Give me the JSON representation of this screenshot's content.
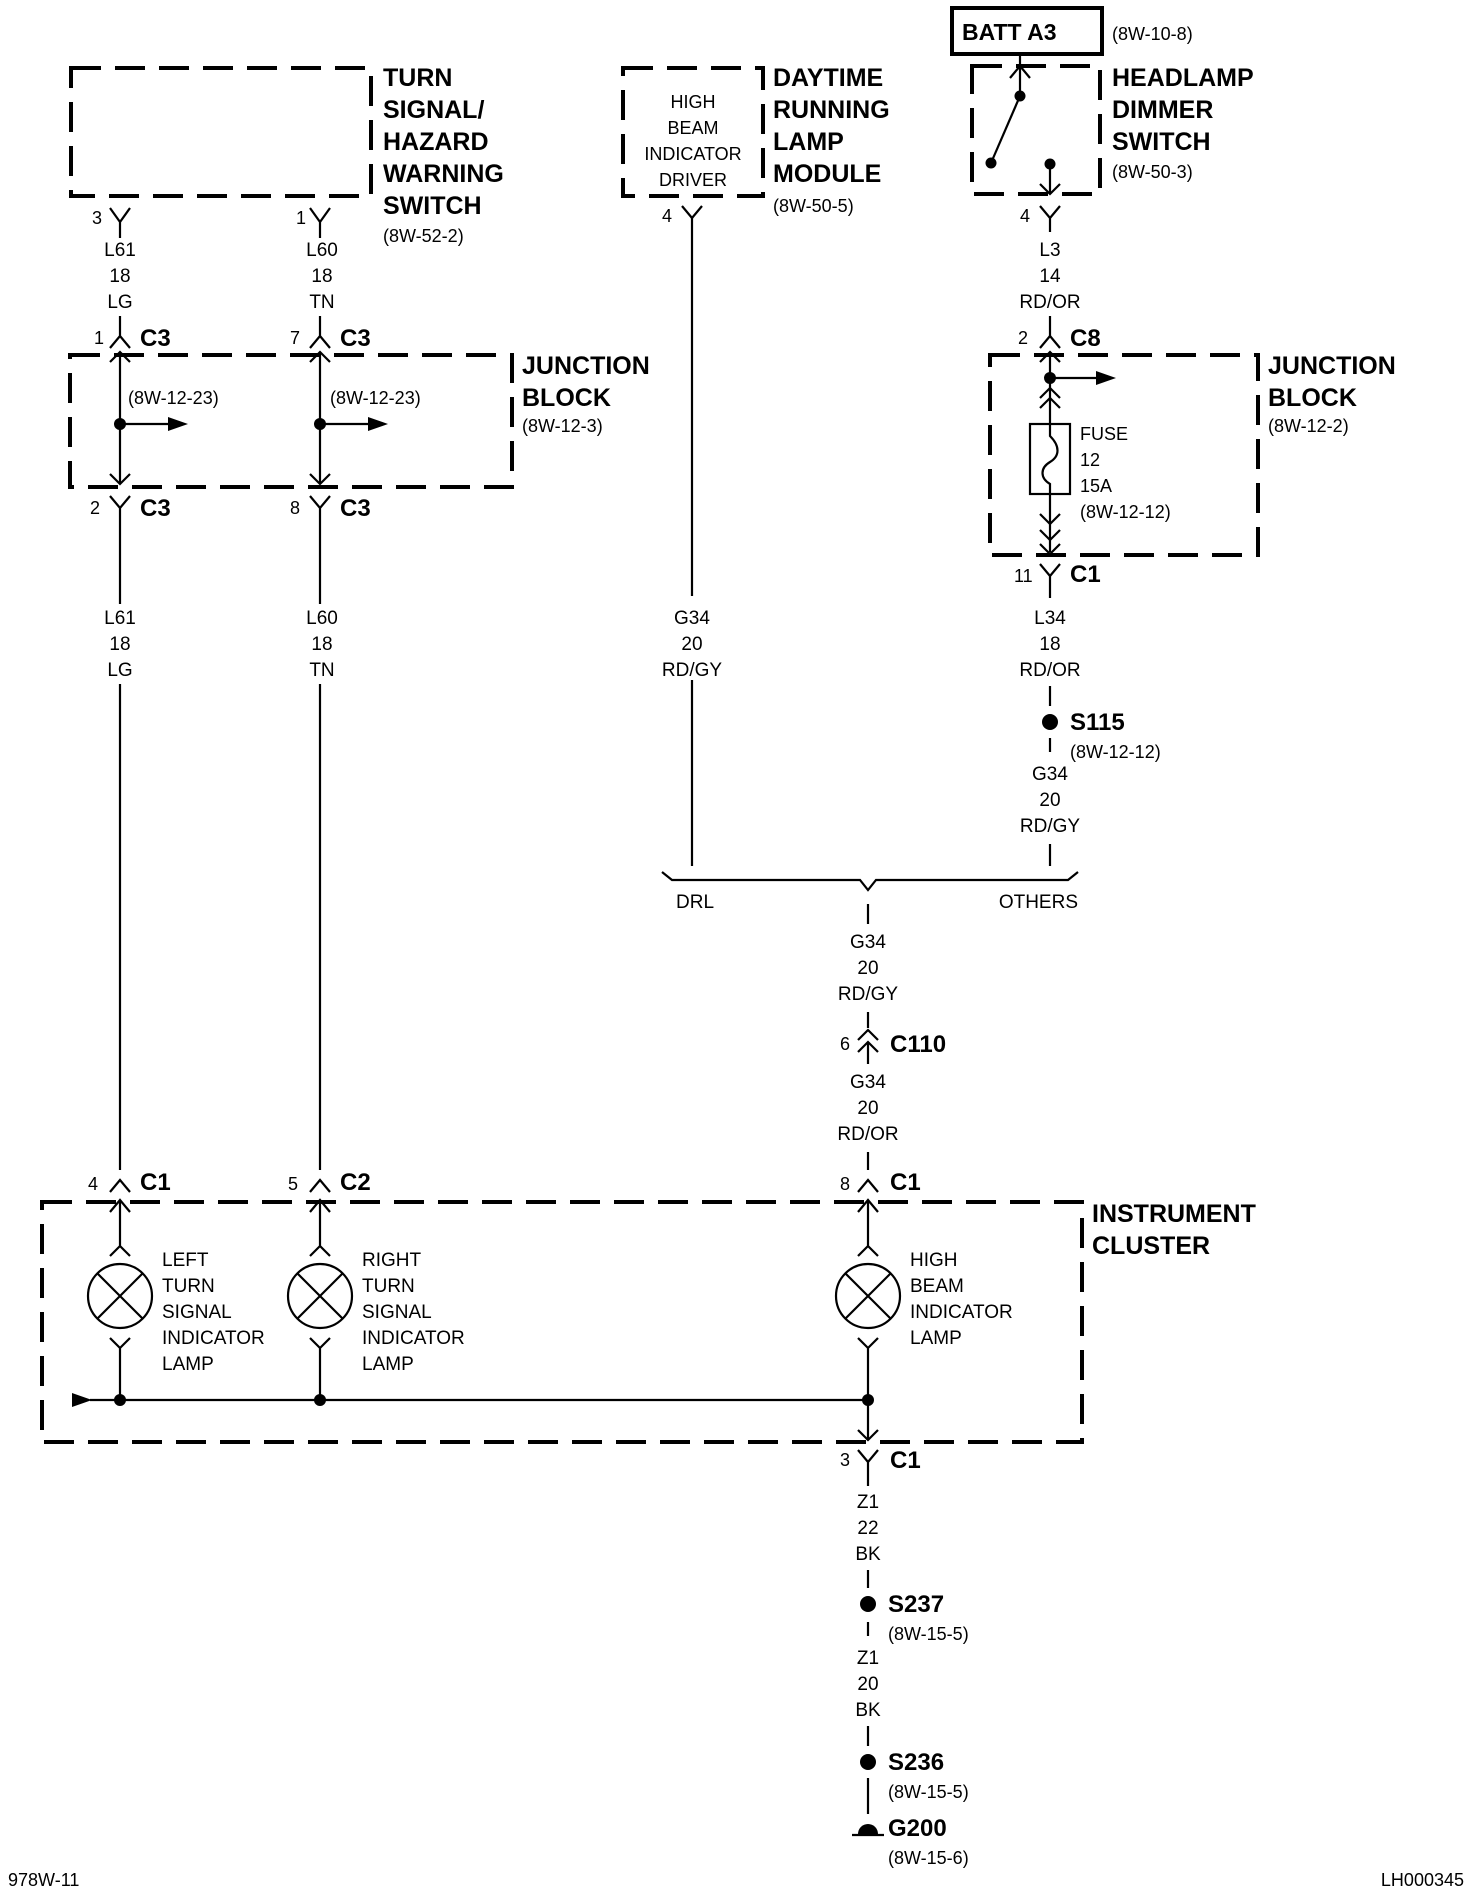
{
  "diagram": {
    "components": {
      "turn_signal_switch": {
        "title": [
          "TURN",
          "SIGNAL/",
          "HAZARD",
          "WARNING",
          "SWITCH"
        ],
        "ref": "(8W-52-2)"
      },
      "drl_module": {
        "inner": [
          "HIGH",
          "BEAM",
          "INDICATOR",
          "DRIVER"
        ],
        "title": [
          "DAYTIME",
          "RUNNING",
          "LAMP",
          "MODULE"
        ],
        "ref": "(8W-50-5)"
      },
      "batt": {
        "label": "BATT A3",
        "ref": "(8W-10-8)"
      },
      "headlamp_dimmer": {
        "title": [
          "HEADLAMP",
          "DIMMER",
          "SWITCH"
        ],
        "ref": "(8W-50-3)"
      },
      "junction_block_left": {
        "title": [
          "JUNCTION",
          "BLOCK"
        ],
        "ref": "(8W-12-3)",
        "internal_refs": [
          "(8W-12-23)",
          "(8W-12-23)"
        ]
      },
      "junction_block_right": {
        "title": [
          "JUNCTION",
          "BLOCK"
        ],
        "ref": "(8W-12-2)",
        "fuse": [
          "FUSE",
          "12",
          "15A",
          "(8W-12-12)"
        ]
      },
      "instrument_cluster": {
        "title": [
          "INSTRUMENT",
          "CLUSTER"
        ],
        "lamps": [
          {
            "label": [
              "LEFT",
              "TURN",
              "SIGNAL",
              "INDICATOR",
              "LAMP"
            ]
          },
          {
            "label": [
              "RIGHT",
              "TURN",
              "SIGNAL",
              "INDICATOR",
              "LAMP"
            ]
          },
          {
            "label": [
              "HIGH",
              "BEAM",
              "INDICATOR",
              "LAMP"
            ]
          }
        ]
      }
    },
    "connectors": {
      "tsw_pin3": {
        "pin": "3"
      },
      "tsw_pin1": {
        "pin": "1"
      },
      "drl_pin4": {
        "pin": "4"
      },
      "dimmer_pin4": {
        "pin": "4"
      },
      "jb_in_1": {
        "pin": "1",
        "id": "C3"
      },
      "jb_in_7": {
        "pin": "7",
        "id": "C3"
      },
      "jb_out_2": {
        "pin": "2",
        "id": "C3"
      },
      "jb_out_8": {
        "pin": "8",
        "id": "C3"
      },
      "jbr_in_2": {
        "pin": "2",
        "id": "C8"
      },
      "jbr_out_11": {
        "pin": "11",
        "id": "C1"
      },
      "c110": {
        "pin": "6",
        "id": "C110"
      },
      "ic_4": {
        "pin": "4",
        "id": "C1"
      },
      "ic_5": {
        "pin": "5",
        "id": "C2"
      },
      "ic_8": {
        "pin": "8",
        "id": "C1"
      },
      "ic_3": {
        "pin": "3",
        "id": "C1"
      }
    },
    "wires": {
      "l61_top": [
        "L61",
        "18",
        "LG"
      ],
      "l60_top": [
        "L60",
        "18",
        "TN"
      ],
      "l3": [
        "L3",
        "14",
        "RD/OR"
      ],
      "l61_bot": [
        "L61",
        "18",
        "LG"
      ],
      "l60_bot": [
        "L60",
        "18",
        "TN"
      ],
      "g34_drl": [
        "G34",
        "20",
        "RD/GY"
      ],
      "l34": [
        "L34",
        "18",
        "RD/OR"
      ],
      "g34_others": [
        "G34",
        "20",
        "RD/GY"
      ],
      "g34_mid": [
        "G34",
        "20",
        "RD/GY"
      ],
      "g34_low": [
        "G34",
        "20",
        "RD/OR"
      ],
      "z1_a": [
        "Z1",
        "22",
        "BK"
      ],
      "z1_b": [
        "Z1",
        "20",
        "BK"
      ]
    },
    "splices": {
      "s115": {
        "id": "S115",
        "ref": "(8W-12-12)"
      },
      "s237": {
        "id": "S237",
        "ref": "(8W-15-5)"
      },
      "s236": {
        "id": "S236",
        "ref": "(8W-15-5)"
      },
      "g200": {
        "id": "G200",
        "ref": "(8W-15-6)"
      }
    },
    "branch": {
      "left": "DRL",
      "right": "OTHERS"
    },
    "footer": {
      "left": "978W-11",
      "right": "LH000345"
    }
  }
}
